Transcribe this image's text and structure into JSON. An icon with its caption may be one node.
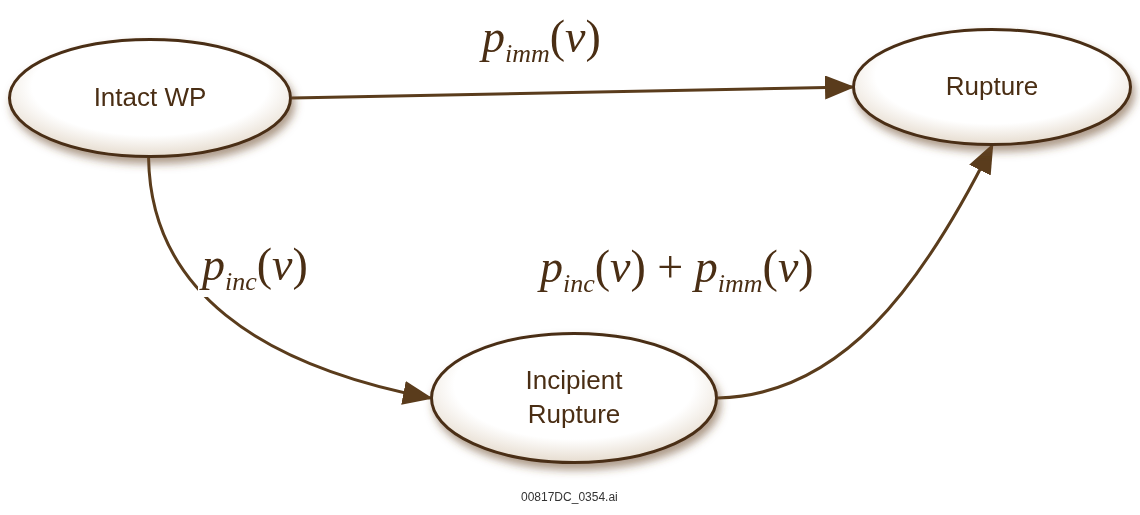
{
  "diagram": {
    "nodes": [
      {
        "text": [
          "Intact WP"
        ]
      },
      {
        "text": [
          "Rupture"
        ]
      },
      {
        "text": [
          "Incipient Rupture"
        ]
      }
    ],
    "edges": [
      {
        "from": 0,
        "to": 1,
        "arrow": "to",
        "label": "*p*$_{imm}$(*v*)"
      },
      {
        "from": 0,
        "to": 2,
        "arrow": "to",
        "label": "*p*$_{inc}$(*v*)"
      },
      {
        "from": 2,
        "to": 1,
        "arrow": "to",
        "label": "*p*$_{inc}$(*v*) + *p*$_{imm}$(*v*)"
      }
    ],
    "labels": [
      "00817DC_0354.ai"
    ]
  }
}
